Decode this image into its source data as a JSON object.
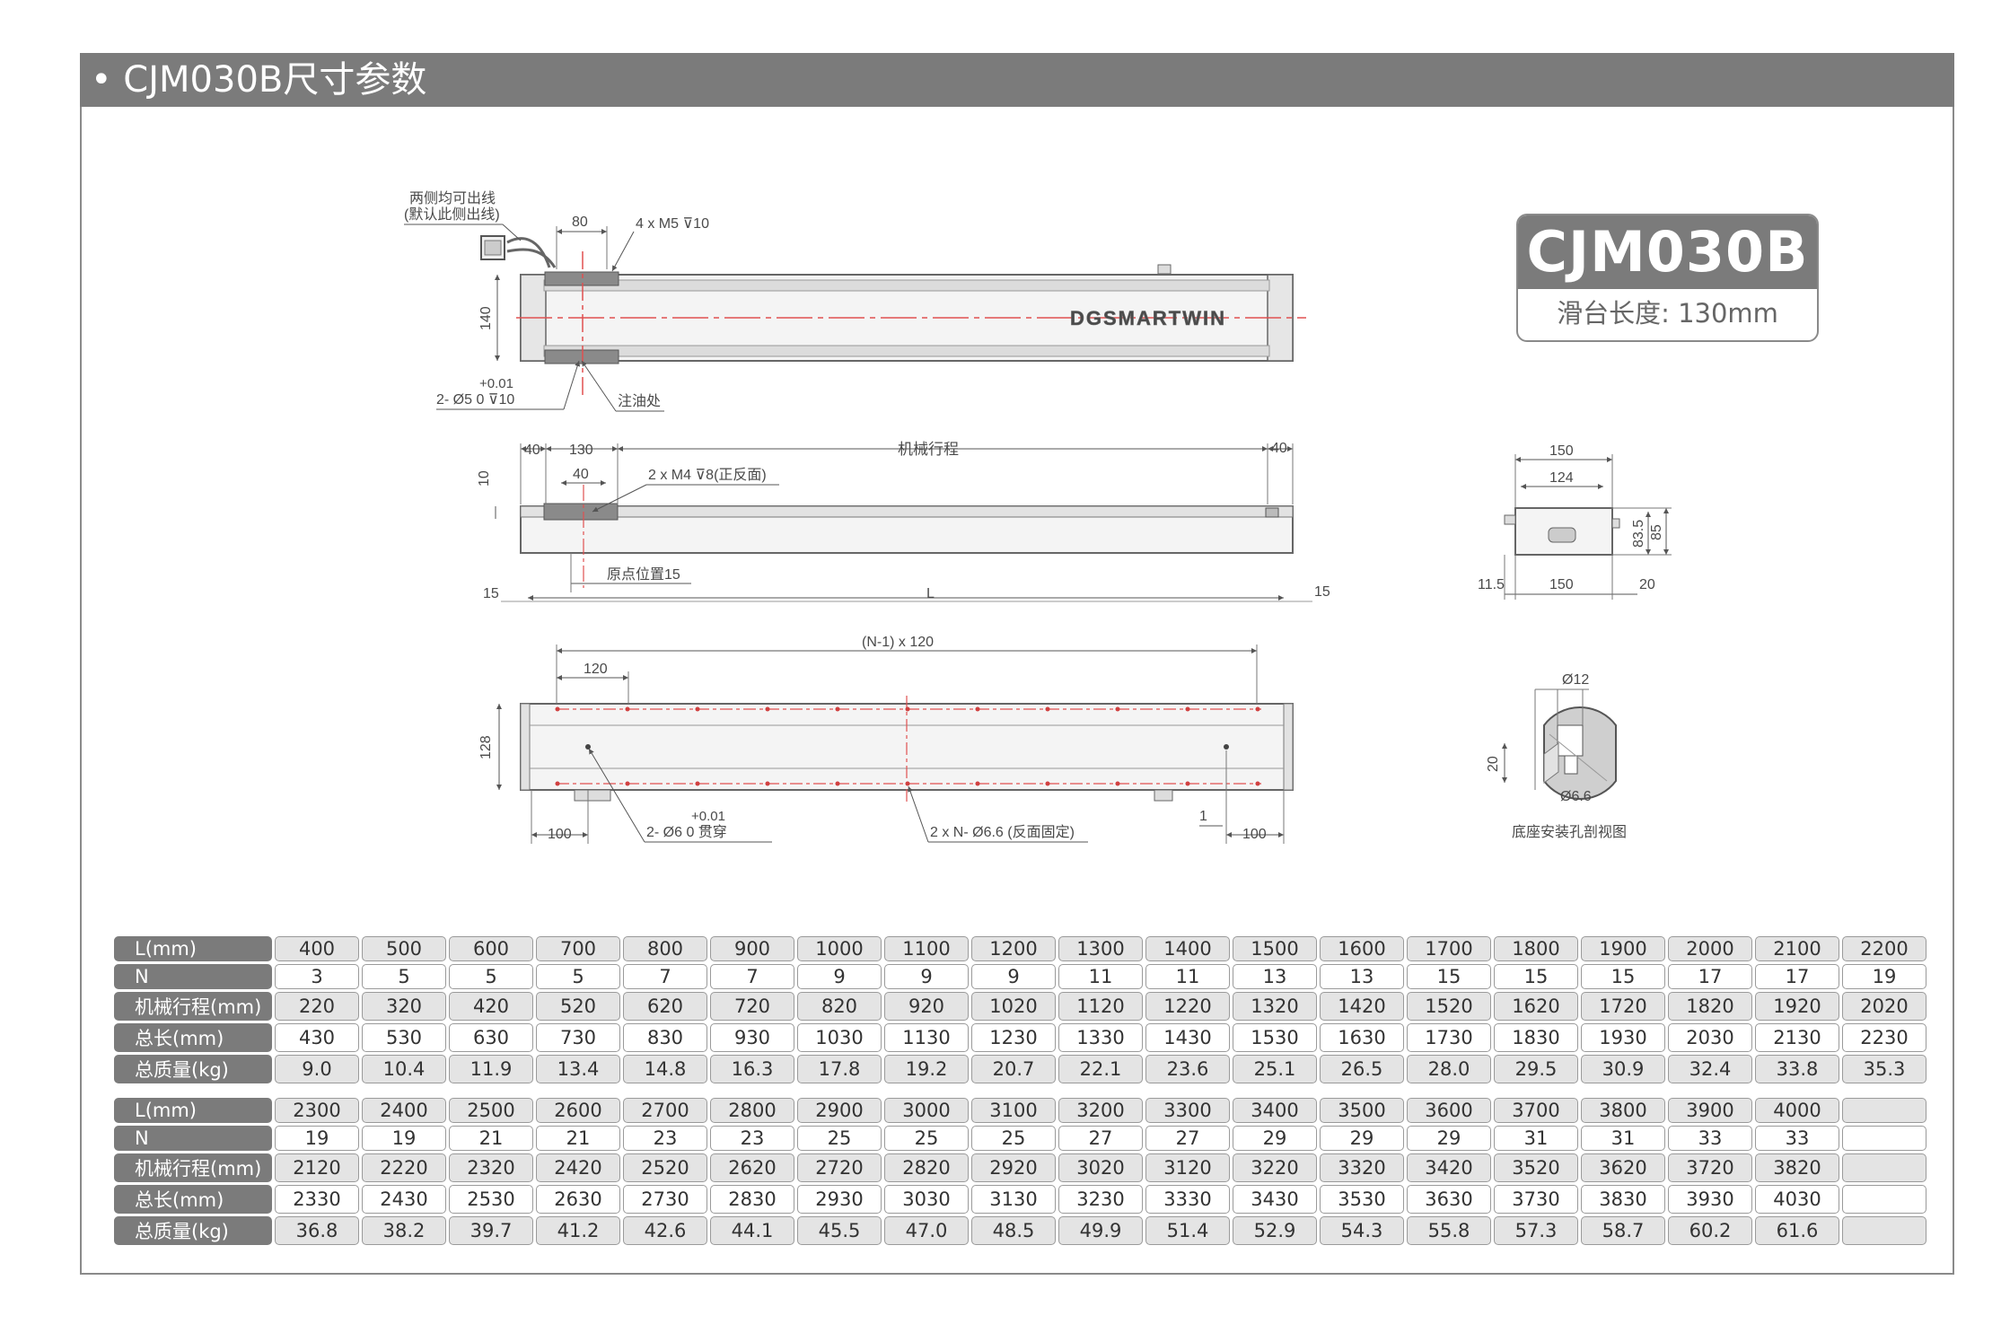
{
  "header": {
    "title": "• CJM030B尺寸参数"
  },
  "model": {
    "name": "CJM030B",
    "slider_length": "滑台长度: 130mm"
  },
  "drawing": {
    "top_view": {
      "cable_note_1": "两侧均可出线",
      "cable_note_2": "(默认此侧出线)",
      "dim_80": "80",
      "holes": "4 x M5   ⊽10",
      "dim_140": "140",
      "tol": "+0.01",
      "pin_spec": "2- Ø5    0     ⊽10",
      "oil": "注油处",
      "brand": "DGSMARTWIN"
    },
    "side_view": {
      "dim_40a": "40",
      "dim_130": "130",
      "stroke": "机械行程",
      "dim_40b": "40",
      "dim_10": "10",
      "dim_40c": "40",
      "holes": "2 x M4   ⊽8(正反面)",
      "origin": "原点位置15",
      "dim_15a": "15",
      "dim_L": "L",
      "dim_15b": "15"
    },
    "bottom_view": {
      "pitch": "(N-1) x 120",
      "dim_120": "120",
      "dim_128": "128",
      "tol": "+0.01",
      "pin_spec": "2- Ø6    0      贯穿",
      "mount": "2 x N-   Ø6.6 (反面固定)",
      "dim_1": "1",
      "dim_100a": "100",
      "dim_100b": "100"
    },
    "end_view": {
      "dim_150a": "150",
      "dim_124": "124",
      "dim_83_5": "83.5",
      "dim_85": "85",
      "dim_11_5": "11.5",
      "dim_150b": "150",
      "dim_20": "20"
    },
    "section_view": {
      "dim_12": "Ø12",
      "dim_20": "20",
      "dim_6_6": "Ø6.6",
      "caption": "底座安装孔剖视图"
    }
  },
  "table1": {
    "rows": [
      {
        "label": "L(mm)",
        "values": [
          "400",
          "500",
          "600",
          "700",
          "800",
          "900",
          "1000",
          "1100",
          "1200",
          "1300",
          "1400",
          "1500",
          "1600",
          "1700",
          "1800",
          "1900",
          "2000",
          "2100",
          "2200"
        ]
      },
      {
        "label": "N",
        "values": [
          "3",
          "5",
          "5",
          "5",
          "7",
          "7",
          "9",
          "9",
          "9",
          "11",
          "11",
          "13",
          "13",
          "15",
          "15",
          "15",
          "17",
          "17",
          "19"
        ]
      },
      {
        "label": "机械行程(mm)",
        "values": [
          "220",
          "320",
          "420",
          "520",
          "620",
          "720",
          "820",
          "920",
          "1020",
          "1120",
          "1220",
          "1320",
          "1420",
          "1520",
          "1620",
          "1720",
          "1820",
          "1920",
          "2020"
        ]
      },
      {
        "label": "总长(mm)",
        "values": [
          "430",
          "530",
          "630",
          "730",
          "830",
          "930",
          "1030",
          "1130",
          "1230",
          "1330",
          "1430",
          "1530",
          "1630",
          "1730",
          "1830",
          "1930",
          "2030",
          "2130",
          "2230"
        ]
      },
      {
        "label": "总质量(kg)",
        "values": [
          "9.0",
          "10.4",
          "11.9",
          "13.4",
          "14.8",
          "16.3",
          "17.8",
          "19.2",
          "20.7",
          "22.1",
          "23.6",
          "25.1",
          "26.5",
          "28.0",
          "29.5",
          "30.9",
          "32.4",
          "33.8",
          "35.3"
        ]
      }
    ]
  },
  "table2": {
    "rows": [
      {
        "label": "L(mm)",
        "values": [
          "2300",
          "2400",
          "2500",
          "2600",
          "2700",
          "2800",
          "2900",
          "3000",
          "3100",
          "3200",
          "3300",
          "3400",
          "3500",
          "3600",
          "3700",
          "3800",
          "3900",
          "4000",
          ""
        ]
      },
      {
        "label": "N",
        "values": [
          "19",
          "19",
          "21",
          "21",
          "23",
          "23",
          "25",
          "25",
          "25",
          "27",
          "27",
          "29",
          "29",
          "29",
          "31",
          "31",
          "33",
          "33",
          ""
        ]
      },
      {
        "label": "机械行程(mm)",
        "values": [
          "2120",
          "2220",
          "2320",
          "2420",
          "2520",
          "2620",
          "2720",
          "2820",
          "2920",
          "3020",
          "3120",
          "3220",
          "3320",
          "3420",
          "3520",
          "3620",
          "3720",
          "3820",
          ""
        ]
      },
      {
        "label": "总长(mm)",
        "values": [
          "2330",
          "2430",
          "2530",
          "2630",
          "2730",
          "2830",
          "2930",
          "3030",
          "3130",
          "3230",
          "3330",
          "3430",
          "3530",
          "3630",
          "3730",
          "3830",
          "3930",
          "4030",
          ""
        ]
      },
      {
        "label": "总质量(kg)",
        "values": [
          "36.8",
          "38.2",
          "39.7",
          "41.2",
          "42.6",
          "44.1",
          "45.5",
          "47.0",
          "48.5",
          "49.9",
          "51.4",
          "52.9",
          "54.3",
          "55.8",
          "57.3",
          "58.7",
          "60.2",
          "61.6",
          ""
        ]
      }
    ]
  }
}
